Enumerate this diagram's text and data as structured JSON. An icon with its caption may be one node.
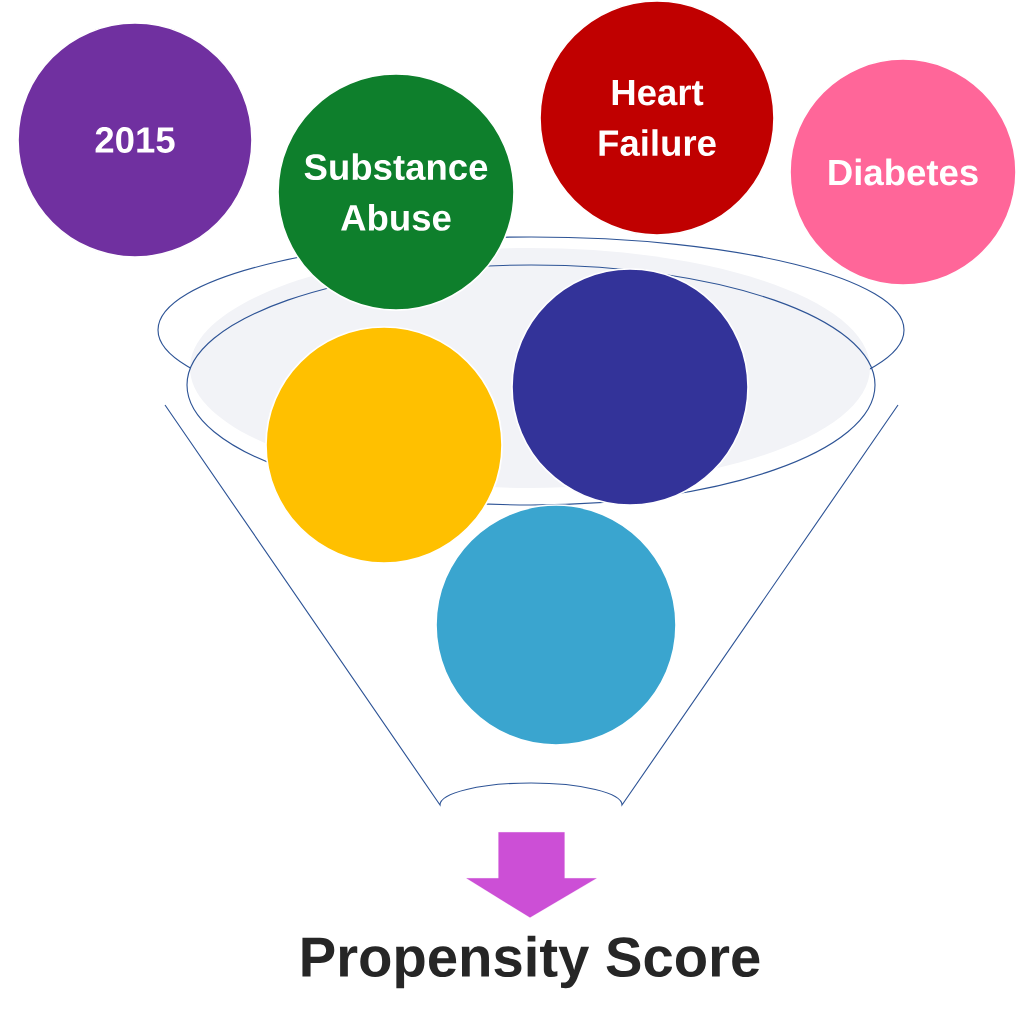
{
  "diagram": {
    "nodes": [
      {
        "text": [
          "2015"
        ]
      },
      {
        "text": [
          "Substance Abuse"
        ]
      },
      {
        "text": [
          "Heart Failure"
        ]
      },
      {
        "text": [
          "Diabetes"
        ]
      },
      {
        "text": [],
        "shape": "circle",
        "in": 7
      },
      {
        "text": [],
        "shape": "circle",
        "in": 7
      },
      {
        "text": [],
        "shape": "circle",
        "in": 7
      },
      {
        "text": [],
        "shape": "funnel"
      },
      {
        "text": [
          "Propensity Score"
        ]
      }
    ],
    "edges": [
      {
        "from": 7,
        "to": 8,
        "arrow": "to",
        "style": "thick",
        "color": "#cc4fd6"
      }
    ]
  }
}
